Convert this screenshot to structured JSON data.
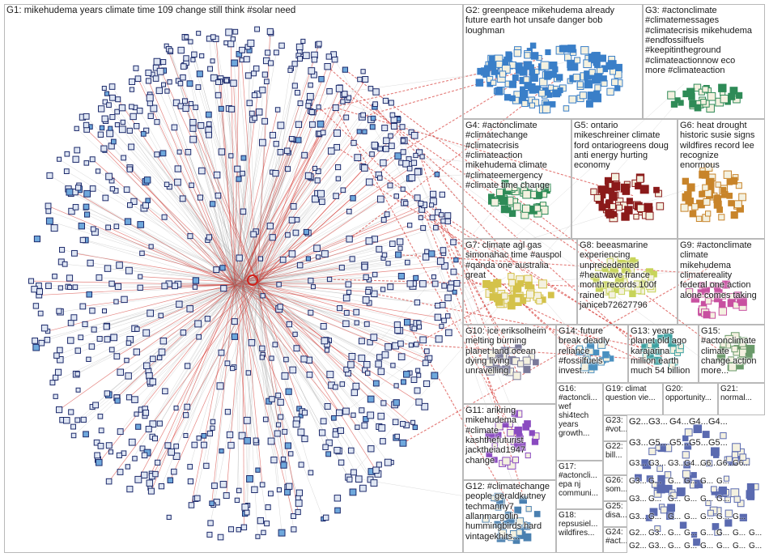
{
  "groups": [
    {
      "id": "g1",
      "label": "G1: mikehudema years climate time 109 change still think #solar need"
    },
    {
      "id": "g2",
      "label": "G2: greenpeace mikehudema already\nfuture earth hot unsafe danger bob\nloughman"
    },
    {
      "id": "g3",
      "label": "G3: #actonclimate\n#climatemessages\n#climatecrisis mikehudema\n#endfossilfuels\n#keepitintheground\n#climateactionnow eco\nmore #climateaction"
    },
    {
      "id": "g4",
      "label": "G4: #actonclimate\n#climatechange\n#climatecrisis\n#climateaction\nmikehudema climate\n#climateemergency\n#climate time change"
    },
    {
      "id": "g5",
      "label": "G5: ontario\nmikeschreiner climate\nford ontariogreens doug\nanti energy hurting\neconomy"
    },
    {
      "id": "g6",
      "label": "G6: heat drought\nhistoric susie signs\nwildfires record lee\nrecognize\nenormous"
    },
    {
      "id": "g7",
      "label": "G7: climate agl gas\nsimonahac time #auspol\n#qanda one australia\ngreat"
    },
    {
      "id": "g8",
      "label": "G8: beeasmarine\nexperiencing\nunprecedented\n#heatwave france\nmonth records 100f\nrained\njaniceb72627796"
    },
    {
      "id": "g9",
      "label": "G9: #actonclimate\nclimate\nmikehudema\nclimatereality\nfederal one action\nalone comes taking"
    },
    {
      "id": "g10",
      "label": "G10: ice eriksolheim\nmelting burning\nplanet land ocean\ndying living\nunravelling"
    },
    {
      "id": "g14",
      "label": "G14: future\nbreak deadly\nreliance\n#fossilfuels\ninvest..."
    },
    {
      "id": "g13",
      "label": "G13: years\nplanet old ago\nkarajarina\nmillion earth\nmuch 54 billion"
    },
    {
      "id": "g15",
      "label": "G15:\n#actonclimate\nclimate\nchange action\nmore..."
    },
    {
      "id": "g16",
      "label": "G16:\n#actoncli...\nwef\nshi4tech\nyears\ngrowth..."
    },
    {
      "id": "g19",
      "label": "G19: climat\nquestion vie..."
    },
    {
      "id": "g20",
      "label": "G20:\nopportunity..."
    },
    {
      "id": "g21",
      "label": "G21:\nnormal..."
    },
    {
      "id": "g11",
      "label": "G11: arikring\nmikehudema\n#climate\nkashthefuturist\njacktheiad1947\nchange"
    },
    {
      "id": "g12",
      "label": "G12: #climatechange\npeople geraldkutney\ntechmanny7\nallanmargolin\nhummingbirds hard\nvintagekhits..."
    },
    {
      "id": "g17",
      "label": "G17:\n#actoncli...\nepa nj\ncommuni..."
    },
    {
      "id": "g18",
      "label": "G18:\nrepsusiel...\nwildfires..."
    },
    {
      "id": "g22",
      "label": "G22:\nbill..."
    },
    {
      "id": "g23",
      "label": "G23:\n#vot..."
    },
    {
      "id": "g24",
      "label": "G24:\n#act..."
    },
    {
      "id": "g25",
      "label": "G25:\ndisa..."
    },
    {
      "id": "g26",
      "label": "G26:\nsom..."
    }
  ],
  "mini_labels": [
    "G2...",
    "G3...",
    "G4...",
    "G4...",
    "G4...",
    "G3...",
    "G5...",
    "G5...",
    "G5...",
    "G5...",
    "G3...",
    "G3...",
    "G3...",
    "G4...",
    "G6...",
    "G6...",
    "G6...",
    "G3...",
    "G...",
    "G...",
    "G...",
    "G...",
    "G...",
    "G3...",
    "G...",
    "G...",
    "G...",
    "G...",
    "G...",
    "G3...",
    "G...",
    "G...",
    "G...",
    "G...",
    "G...",
    "G...",
    "G2...",
    "G3...",
    "G...",
    "G...",
    "G...",
    "G...",
    "G...",
    "G...",
    "G2...",
    "G3...",
    "G...",
    "G...",
    "G...",
    "G...",
    "G...",
    "G..."
  ],
  "colors": {
    "g1_node": "#1c2a6b",
    "edge_gray": "#9a9a9a",
    "edge_red": "#d0201a",
    "g2_node": "#3a7fc8",
    "g3_node": "#2e8b57",
    "g5_node": "#8b1a1a",
    "g6_node": "#c8842a",
    "g7_node": "#d4c24a",
    "g8_node": "#c8d45a"
  }
}
